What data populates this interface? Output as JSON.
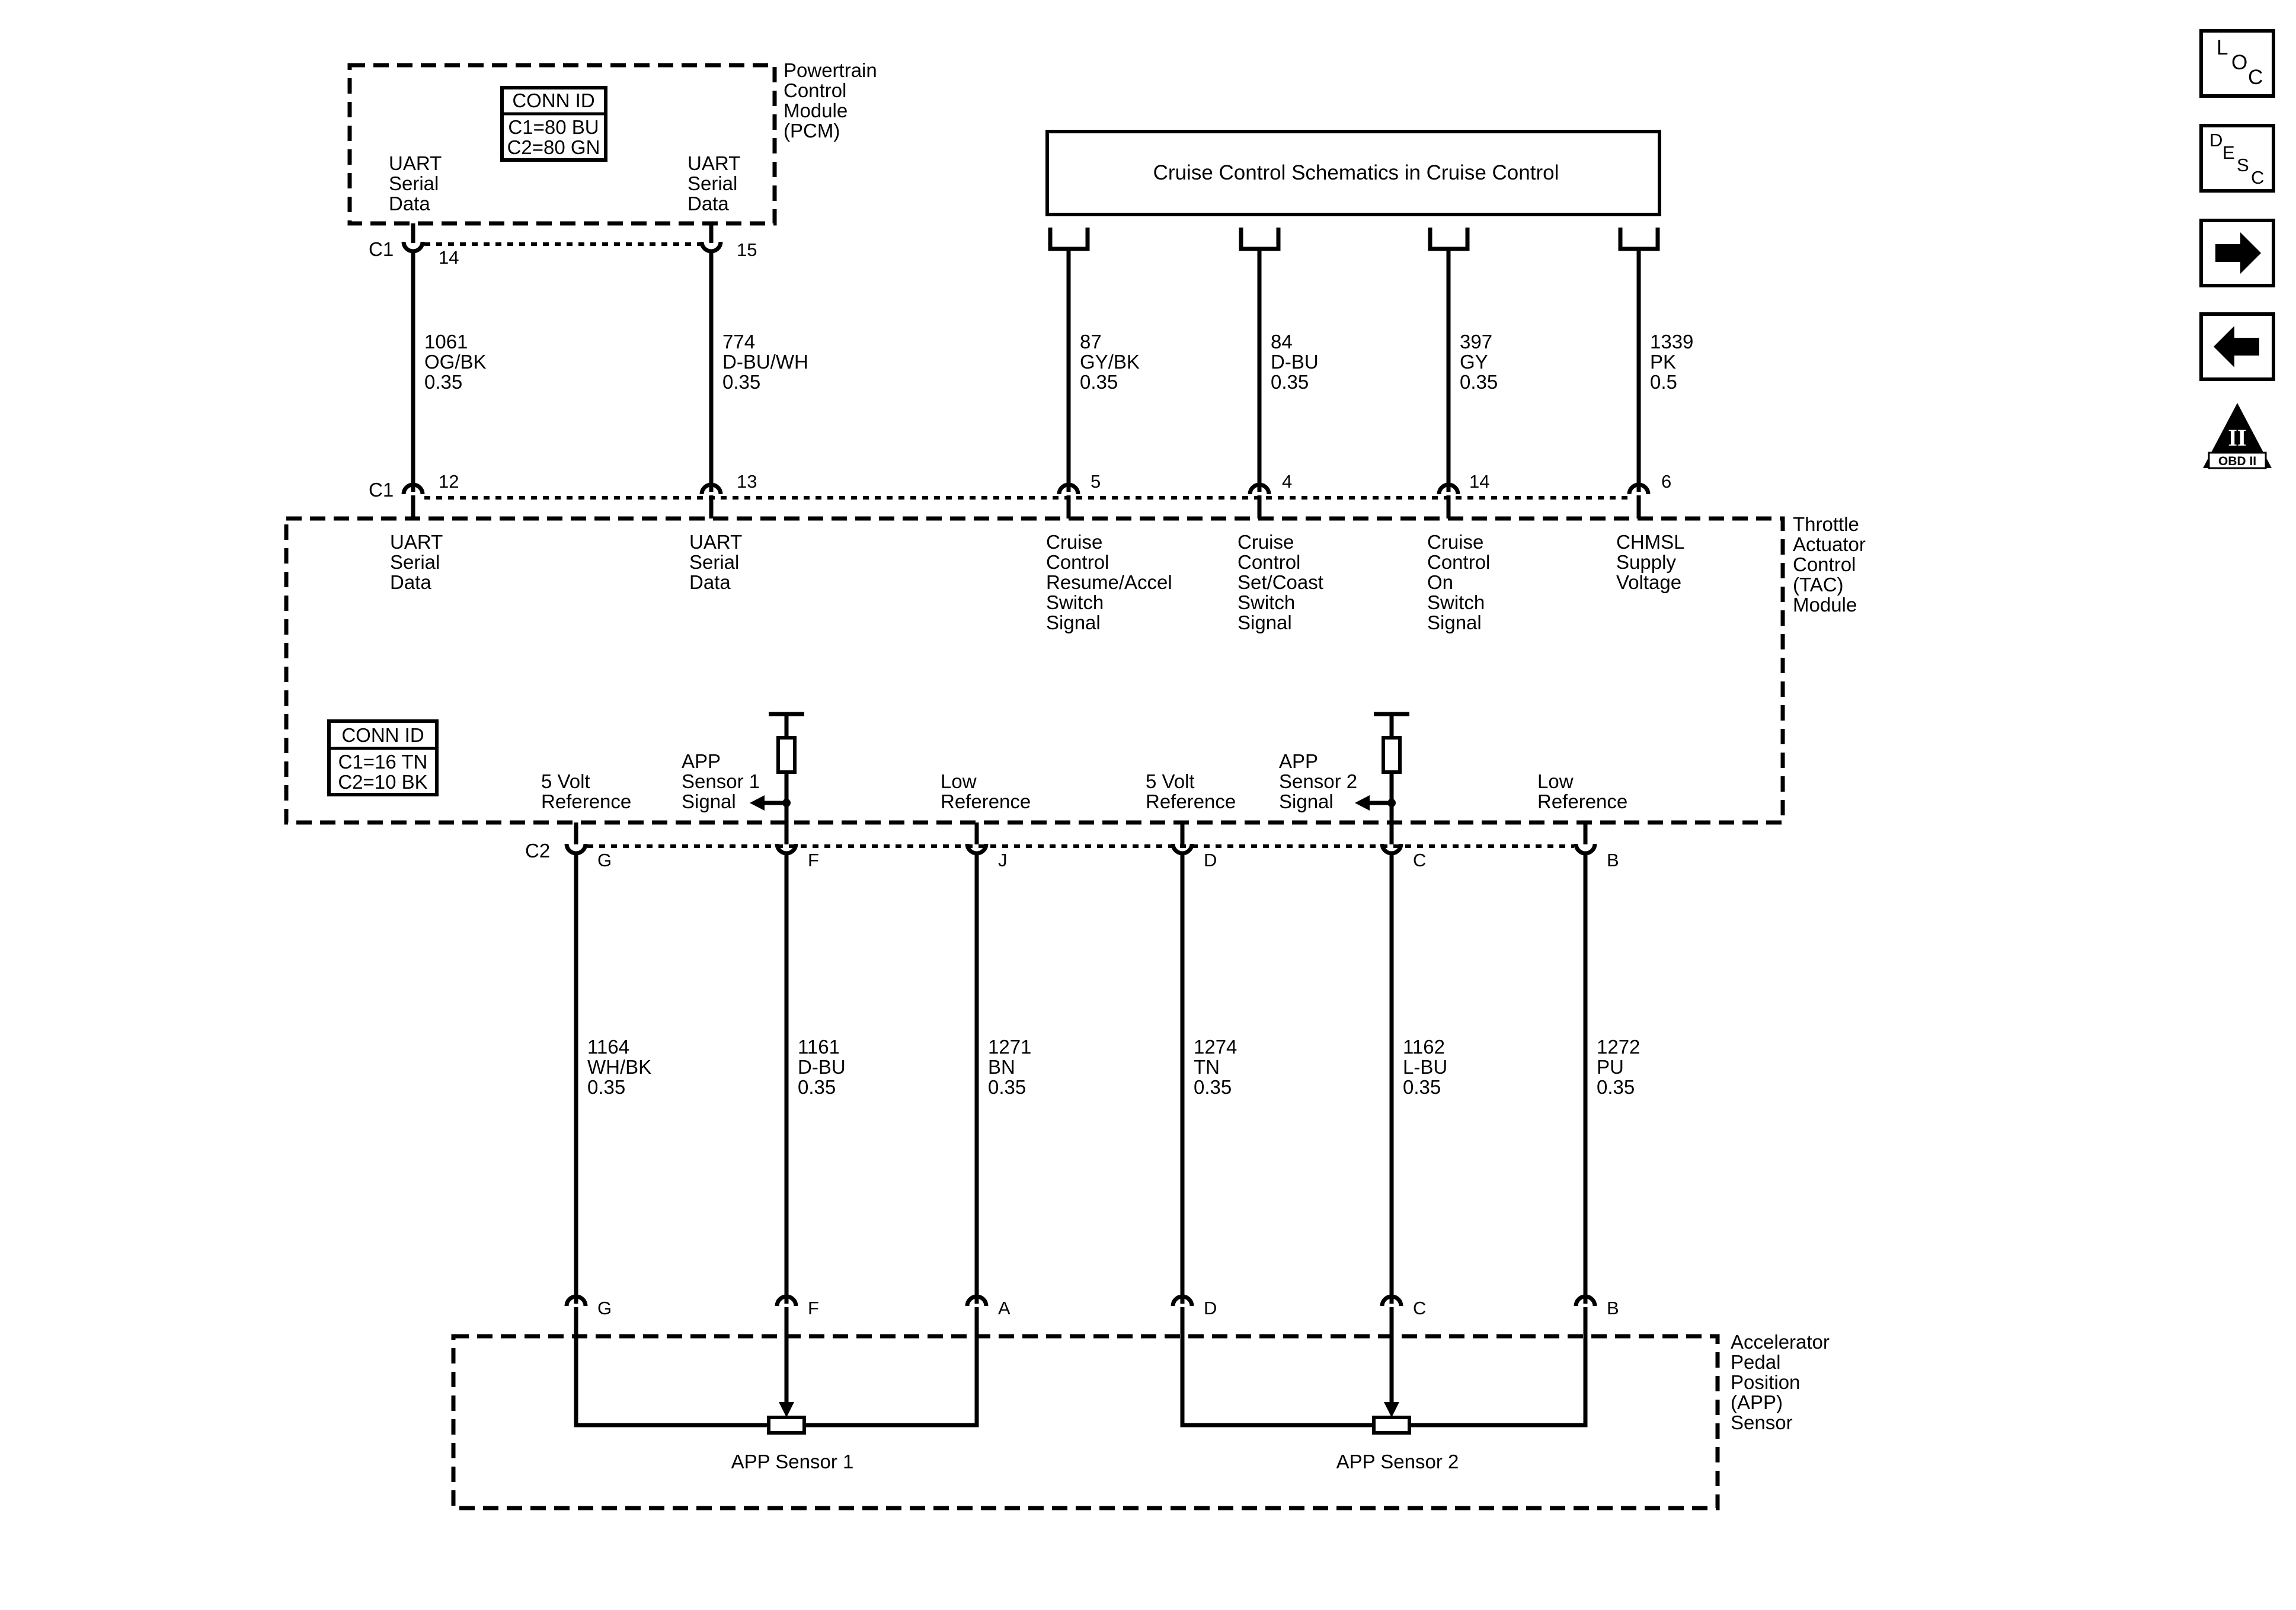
{
  "pcm": {
    "name": [
      "Powertrain",
      "Control",
      "Module",
      "(PCM)"
    ],
    "conn_id": {
      "title": "CONN ID",
      "lines": [
        "C1=80 BU",
        "C2=80 GN"
      ]
    },
    "pins": [
      {
        "num": "14",
        "label": [
          "UART",
          "Serial",
          "Data"
        ]
      },
      {
        "num": "15",
        "label": [
          "UART",
          "Serial",
          "Data"
        ]
      }
    ],
    "connector": "C1"
  },
  "cruise_box": {
    "label": "Cruise Control Schematics in Cruise Control"
  },
  "tac": {
    "name": [
      "Throttle",
      "Actuator",
      "Control",
      "(TAC)",
      "Module"
    ],
    "conn_id": {
      "title": "CONN ID",
      "lines": [
        "C1=16 TN",
        "C2=10 BK"
      ]
    },
    "c1_connector": "C1",
    "c2_connector": "C2",
    "c1_pins": [
      {
        "num": "12",
        "label": [
          "UART",
          "Serial",
          "Data"
        ]
      },
      {
        "num": "13",
        "label": [
          "UART",
          "Serial",
          "Data"
        ]
      },
      {
        "num": "5",
        "label": [
          "Cruise",
          "Control",
          "Resume/Accel",
          "Switch",
          "Signal"
        ]
      },
      {
        "num": "4",
        "label": [
          "Cruise",
          "Control",
          "Set/Coast",
          "Switch",
          "Signal"
        ]
      },
      {
        "num": "14",
        "label": [
          "Cruise",
          "Control",
          "On",
          "Switch",
          "Signal"
        ]
      },
      {
        "num": "6",
        "label": [
          "CHMSL",
          "Supply",
          "Voltage"
        ]
      }
    ],
    "c2_pins": [
      {
        "num": "G",
        "label": [
          "5 Volt",
          "Reference"
        ]
      },
      {
        "num": "F",
        "label": [
          "APP",
          "Sensor 1",
          "Signal"
        ]
      },
      {
        "num": "J",
        "label": [
          "Low",
          "Reference"
        ]
      },
      {
        "num": "D",
        "label": [
          "5 Volt",
          "Reference"
        ]
      },
      {
        "num": "C",
        "label": [
          "APP",
          "Sensor 2",
          "Signal"
        ]
      },
      {
        "num": "B",
        "label": [
          "Low",
          "Reference"
        ]
      }
    ]
  },
  "upper_wires": [
    {
      "circuit": "1061",
      "color": "OG/BK",
      "gauge": "0.35"
    },
    {
      "circuit": "774",
      "color": "D-BU/WH",
      "gauge": "0.35"
    },
    {
      "circuit": "87",
      "color": "GY/BK",
      "gauge": "0.35"
    },
    {
      "circuit": "84",
      "color": "D-BU",
      "gauge": "0.35"
    },
    {
      "circuit": "397",
      "color": "GY",
      "gauge": "0.35"
    },
    {
      "circuit": "1339",
      "color": "PK",
      "gauge": "0.5"
    }
  ],
  "lower_wires": [
    {
      "circuit": "1164",
      "color": "WH/BK",
      "gauge": "0.35"
    },
    {
      "circuit": "1161",
      "color": "D-BU",
      "gauge": "0.35"
    },
    {
      "circuit": "1271",
      "color": "BN",
      "gauge": "0.35"
    },
    {
      "circuit": "1274",
      "color": "TN",
      "gauge": "0.35"
    },
    {
      "circuit": "1162",
      "color": "L-BU",
      "gauge": "0.35"
    },
    {
      "circuit": "1272",
      "color": "PU",
      "gauge": "0.35"
    }
  ],
  "app_sensor": {
    "name": [
      "Accelerator",
      "Pedal",
      "Position",
      "(APP)",
      "Sensor"
    ],
    "pins": [
      "G",
      "F",
      "A",
      "D",
      "C",
      "B"
    ],
    "sensors": [
      "APP Sensor 1",
      "APP Sensor 2"
    ]
  },
  "nav": {
    "loc": [
      "L",
      "O",
      "C"
    ],
    "desc": [
      "D",
      "E",
      "S",
      "C"
    ],
    "obd": {
      "roman": "II",
      "label": "OBD II"
    }
  }
}
